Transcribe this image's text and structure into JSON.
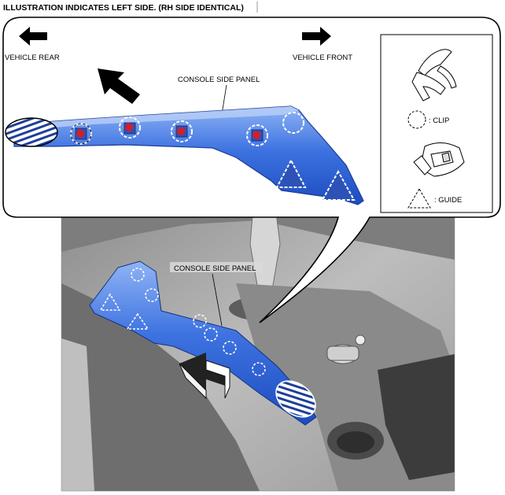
{
  "header": {
    "text": "ILLUSTRATION INDICATES LEFT SIDE. (RH SIDE IDENTICAL)"
  },
  "detail": {
    "rear_label": "VEHICLE REAR",
    "front_label": "VEHICLE FRONT",
    "panel_label": "CONSOLE SIDE PANEL"
  },
  "legend": {
    "clip_label": ": CLIP",
    "guide_label": ": GUIDE"
  },
  "photo": {
    "panel_label": "CONSOLE SIDE PANEL"
  },
  "colors": {
    "panel_blue": "#2a5fd6",
    "panel_light": "#6f9ef0",
    "photo_gray": "#a9a9a9",
    "clip_red": "#d21f2a"
  }
}
